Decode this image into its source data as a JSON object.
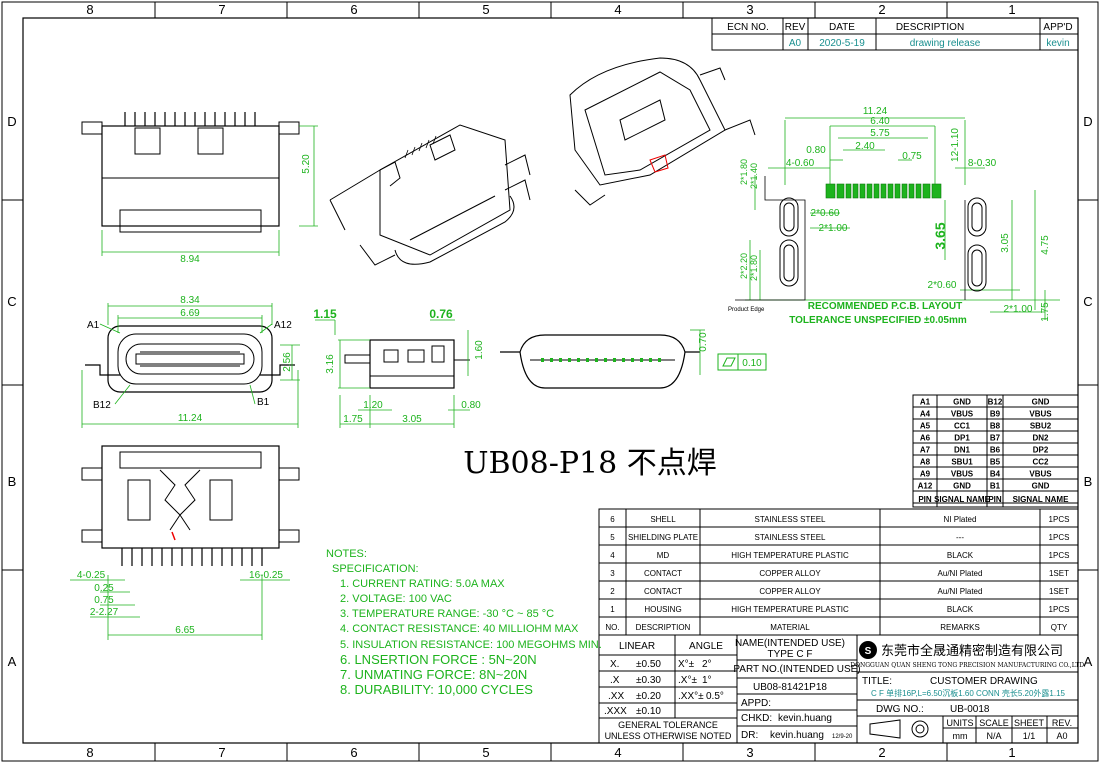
{
  "grid": {
    "columns": [
      "8",
      "7",
      "6",
      "5",
      "4",
      "3",
      "2",
      "1"
    ],
    "rows": [
      "D",
      "C",
      "B",
      "A"
    ]
  },
  "revision_block": {
    "headers": [
      "ECN NO.",
      "REV",
      "DATE",
      "DESCRIPTION",
      "APP'D"
    ],
    "row": [
      "",
      "A0",
      "2020-5-19",
      "drawing release",
      "kevin"
    ]
  },
  "dimensions": {
    "top_view_width": "8.94",
    "top_view_height": "5.20",
    "front_outer": "8.34",
    "front_inner": "6.69",
    "front_height": "2.56",
    "front_total": "11.24",
    "pin_a1": "A1",
    "pin_a12": "A12",
    "pin_b12": "B12",
    "pin_b1": "B1",
    "side_1_15": "1.15",
    "side_0_76": "0.76",
    "side_3_16": "3.16",
    "side_1_60": "1.60",
    "side_1_20": "1.20",
    "side_0_80": "0.80",
    "side_1_75": "1.75",
    "side_3_05": "3.05",
    "flat_0_70": "0.70",
    "flatness": "0.10",
    "bottom_4_025": "4-0.25",
    "bottom_16_025": "16-0.25",
    "bottom_025": "0.25",
    "bottom_075": "0.75",
    "bottom_2_227": "2-2.27",
    "bottom_665": "6.65",
    "pcb_11_24": "11.24",
    "pcb_6_40": "6.40",
    "pcb_5_75": "5.75",
    "pcb_2_40": "2.40",
    "pcb_0_80": "0.80",
    "pcb_0_75": "0.75",
    "pcb_4_060": "4-0.60",
    "pcb_12_110": "12-1.10",
    "pcb_8_030": "8-0.30",
    "pcb_2_180": "2*1.80",
    "pcb_2_140": "2*1.40",
    "pcb_2_060a": "2*0.60",
    "pcb_2_100a": "2*1.00",
    "pcb_3_65": "3.65",
    "pcb_3_05": "3.05",
    "pcb_4_75": "4.75",
    "pcb_2_220": "2*2.20",
    "pcb_2_180b": "2*1.80",
    "pcb_2_060b": "2*0.60",
    "pcb_2_100b": "2*1.00",
    "pcb_1_75": "1.75",
    "product_edge": "Product Edge"
  },
  "pcb_layout": {
    "title": "RECOMMENDED  P.C.B. LAYOUT",
    "tolerance": "TOLERANCE UNSPECIFIED ±0.05mm"
  },
  "big_title": "UB08-P18 不点焊",
  "notes": {
    "heading": "NOTES:",
    "sub": "SPECIFICATION:",
    "items": [
      "1. CURRENT RATING: 5.0A MAX",
      "2. VOLTAGE: 100 VAC",
      "3. TEMPERATURE RANGE: -30 °C ~ 85 °C",
      "4. CONTACT RESISTANCE: 40 MILLIOHM MAX",
      "5. INSULATION RESISTANCE: 100 MEGOHMS MIN.",
      "6. LNSERTION FORCE : 5N~20N",
      "7. UNMATING FORCE: 8N~20N",
      "8. DURABILITY:   10,000 CYCLES"
    ]
  },
  "pin_table": {
    "rows": [
      [
        "A1",
        "GND",
        "B12",
        "GND"
      ],
      [
        "A4",
        "VBUS",
        "B9",
        "VBUS"
      ],
      [
        "A5",
        "CC1",
        "B8",
        "SBU2"
      ],
      [
        "A6",
        "DP1",
        "B7",
        "DN2"
      ],
      [
        "A7",
        "DN1",
        "B6",
        "DP2"
      ],
      [
        "A8",
        "SBU1",
        "B5",
        "CC2"
      ],
      [
        "A9",
        "VBUS",
        "B4",
        "VBUS"
      ],
      [
        "A12",
        "GND",
        "B1",
        "GND"
      ]
    ],
    "footer": [
      "PIN",
      "SIGNAL NAME",
      "PIN",
      "SIGNAL NAME"
    ]
  },
  "bom": {
    "rows": [
      [
        "6",
        "SHELL",
        "STAINLESS STEEL",
        "NI Plated",
        "1PCS"
      ],
      [
        "5",
        "SHIELDING PLATE",
        "STAINLESS STEEL",
        "---",
        "1PCS"
      ],
      [
        "4",
        "MD",
        "HIGH TEMPERATURE PLASTIC",
        "BLACK",
        "1PCS"
      ],
      [
        "3",
        "CONTACT",
        "COPPER ALLOY",
        "Au/NI Plated",
        "1SET"
      ],
      [
        "2",
        "CONTACT",
        "COPPER ALLOY",
        "Au/NI Plated",
        "1SET"
      ],
      [
        "1",
        "HOUSING",
        "HIGH TEMPERATURE PLASTIC",
        "BLACK",
        "1PCS"
      ]
    ],
    "header": [
      "NO.",
      "DESCRIPTION",
      "MATERIAL",
      "REMARKS",
      "QTY"
    ]
  },
  "tolerance": {
    "head": [
      "LINEAR",
      "ANGLE"
    ],
    "rows": [
      [
        "X.",
        "±0.50",
        "X°±",
        "2°"
      ],
      [
        ".X",
        "±0.30",
        ".X°±",
        "1°"
      ],
      [
        ".XX",
        "±0.20",
        ".XX°±",
        "0.5°"
      ],
      [
        ".XXX",
        "±0.10",
        "",
        ""
      ]
    ],
    "footer1": "GENERAL TOLERANCE",
    "footer2": "UNLESS OTHERWISE NOTED"
  },
  "title_block": {
    "name_label": "NAME(INTENDED USE)",
    "name_value": "TYPE C F",
    "part_label": "PART NO.(INTENDED USE)",
    "part_value": "UB08-81421P18",
    "appd_label": "APPD:",
    "chkd_label": "CHKD:",
    "chkd_value": "kevin.huang",
    "dr_label": "DR:",
    "dr_value": "kevin.huang",
    "dr_date": "12/9-20",
    "company_cn": "东莞市全晟通精密制造有限公司",
    "company_en": "DONGGUAN QUAN SHENG TONG PRECISION  MANUFACTURING CO.,LTD.",
    "title_label": "TITLE:",
    "title_value": "CUSTOMER DRAWING",
    "title_desc": "C F 单排16P,L=6.50沉板1.60 CONN 壳长5.20外露1.15",
    "dwg_label": "DWG NO.:",
    "dwg_value": "UB-0018",
    "units_label": "UNITS",
    "units_value": "mm",
    "scale_label": "SCALE",
    "scale_value": "N/A",
    "sheet_label": "SHEET",
    "sheet_value": "1/1",
    "rev_label": "REV.",
    "rev_value": "A0"
  }
}
